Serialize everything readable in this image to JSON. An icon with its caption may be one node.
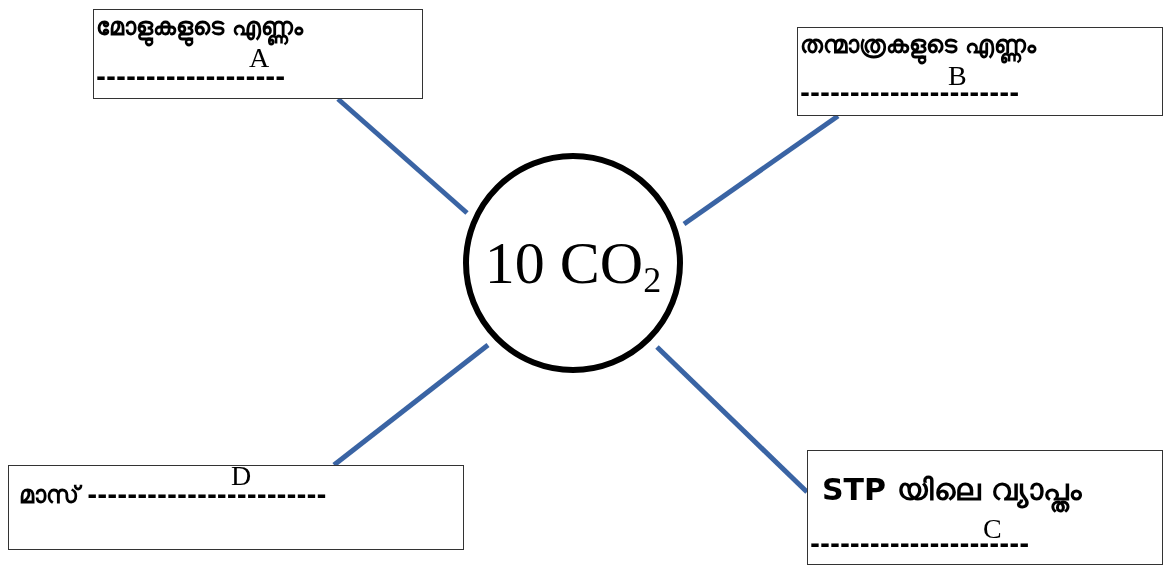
{
  "diagram": {
    "nodes": [
      {
        "text": [
          "10 CO$_{2}$"
        ]
      },
      {
        "text": [
          "മോളുകളുടെ എണ്ണം",
          "A",
          "-------------------"
        ]
      },
      {
        "text": [
          "തന്മാത്രകളുടെ എണ്ണം",
          "B",
          "----------------------"
        ]
      },
      {
        "text": [
          "D",
          "മാസ് ------------------------"
        ]
      },
      {
        "text": [
          "STP യിലെ വ്യാപ്തം",
          "C",
          "----------------------"
        ]
      }
    ],
    "edges": [
      {
        "from": 0,
        "to": 1,
        "arrow": "none"
      },
      {
        "from": 0,
        "to": 2,
        "arrow": "none"
      },
      {
        "from": 0,
        "to": 3,
        "arrow": "none"
      },
      {
        "from": 0,
        "to": 4,
        "arrow": "none"
      }
    ]
  }
}
